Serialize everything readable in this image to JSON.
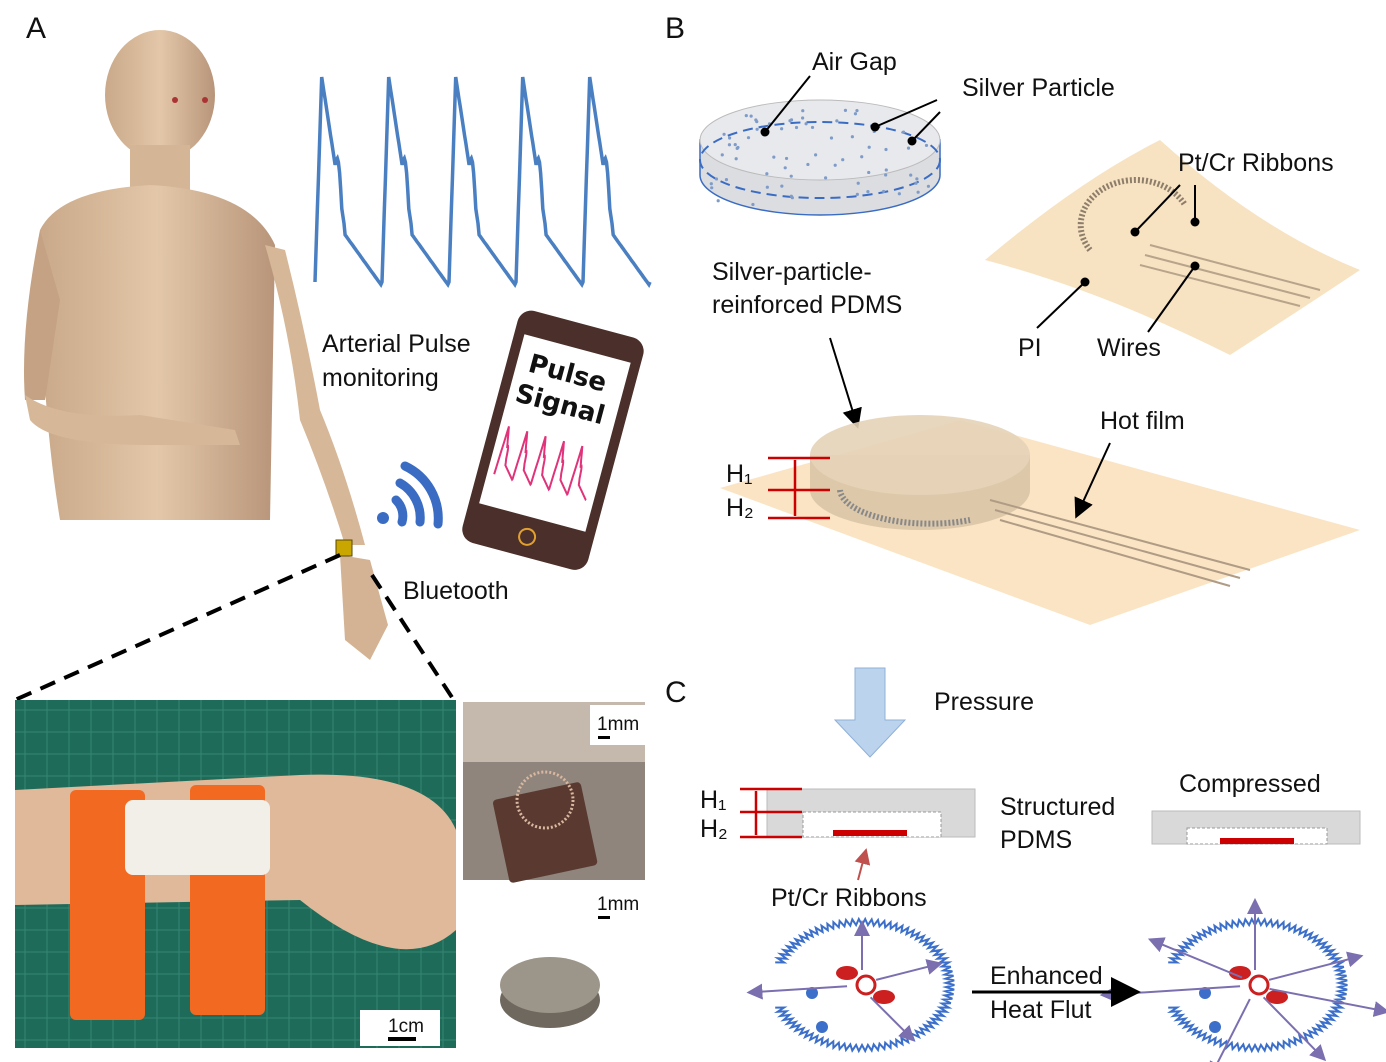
{
  "panels": {
    "a": "A",
    "b": "B",
    "c": "C"
  },
  "panel_a": {
    "pulse_label_line1": "Arterial Pulse",
    "pulse_label_line2": "monitoring",
    "phone_line1": "Pulse",
    "phone_line2": "Signal",
    "bluetooth": "Bluetooth",
    "scale_photo": "1cm",
    "scale_sensor": "1mm",
    "scale_disc": "1mm"
  },
  "panel_b": {
    "air_gap": "Air Gap",
    "silver_particle": "Silver Particle",
    "ribbons": "Pt/Cr Ribbons",
    "pdms_line1": "Silver-particle-",
    "pdms_line2": "reinforced PDMS",
    "pi": "PI",
    "wires": "Wires",
    "hot_film": "Hot film",
    "h1": "H₁",
    "h2": "H₂"
  },
  "panel_c": {
    "pressure": "Pressure",
    "h1": "H₁",
    "h2": "H₂",
    "structured_line1": "Structured",
    "structured_line2": "PDMS",
    "compressed": "Compressed",
    "ribbons": "Pt/Cr Ribbons",
    "enhanced_line1": "Enhanced",
    "enhanced_line2": "Heat Flut"
  },
  "colors": {
    "pulse": "#4a7fc1",
    "heater": "#cc1f1f",
    "ribbon": "#3b6fc9",
    "arrow": "#7b6fb0",
    "film": "#f7e3c2"
  }
}
